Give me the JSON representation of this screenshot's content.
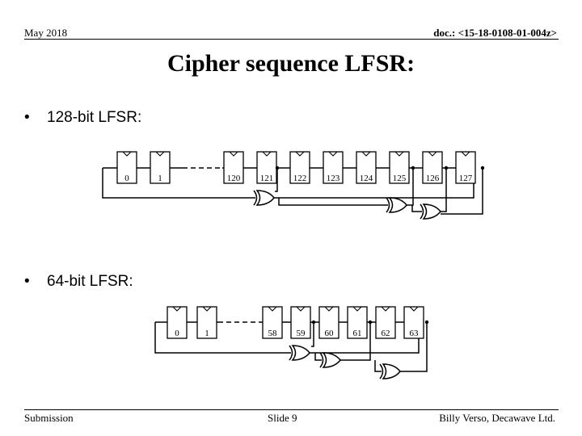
{
  "header": {
    "date": "May 2018",
    "doc_id": "doc.: <15-18-0108-01-004z>"
  },
  "title": "Cipher sequence LFSR:",
  "bullets": [
    {
      "symbol": "•",
      "text": "128-bit LFSR:"
    },
    {
      "symbol": "•",
      "text": "64-bit LFSR:"
    }
  ],
  "lfsr128": {
    "cells": [
      "0",
      "1",
      "120",
      "121",
      "122",
      "123",
      "124",
      "125",
      "126",
      "127"
    ]
  },
  "lfsr64": {
    "cells": [
      "0",
      "1",
      "58",
      "59",
      "60",
      "61",
      "62",
      "63"
    ]
  },
  "footer": {
    "left": "Submission",
    "center": "Slide 9",
    "right": "Billy Verso, Decawave Ltd."
  }
}
